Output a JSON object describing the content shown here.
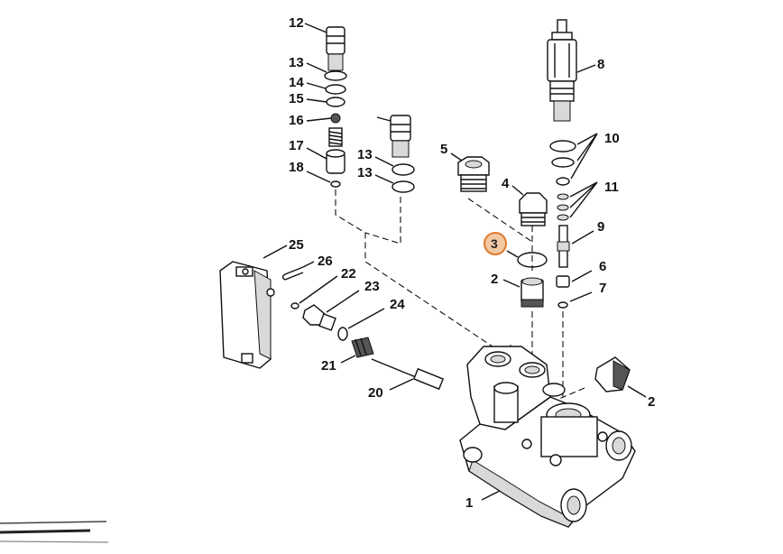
{
  "labels": {
    "l12": "12",
    "l13a": "13",
    "l14": "14",
    "l15": "15",
    "l16": "16",
    "l17": "17",
    "l18": "18",
    "l13b": "13",
    "l13c": "13",
    "l5": "5",
    "l4": "4",
    "l3": "3",
    "l2a": "2",
    "l8": "8",
    "l10": "10",
    "l11": "11",
    "l9": "9",
    "l6": "6",
    "l7": "7",
    "l25": "25",
    "l26": "26",
    "l22": "22",
    "l23": "23",
    "l24": "24",
    "l21": "21",
    "l20": "20",
    "l2b": "2",
    "l1": "1"
  },
  "colors": {
    "highlight_fill": "#f3c9a4",
    "highlight_stroke": "#e07a2e",
    "line": "#111111"
  }
}
